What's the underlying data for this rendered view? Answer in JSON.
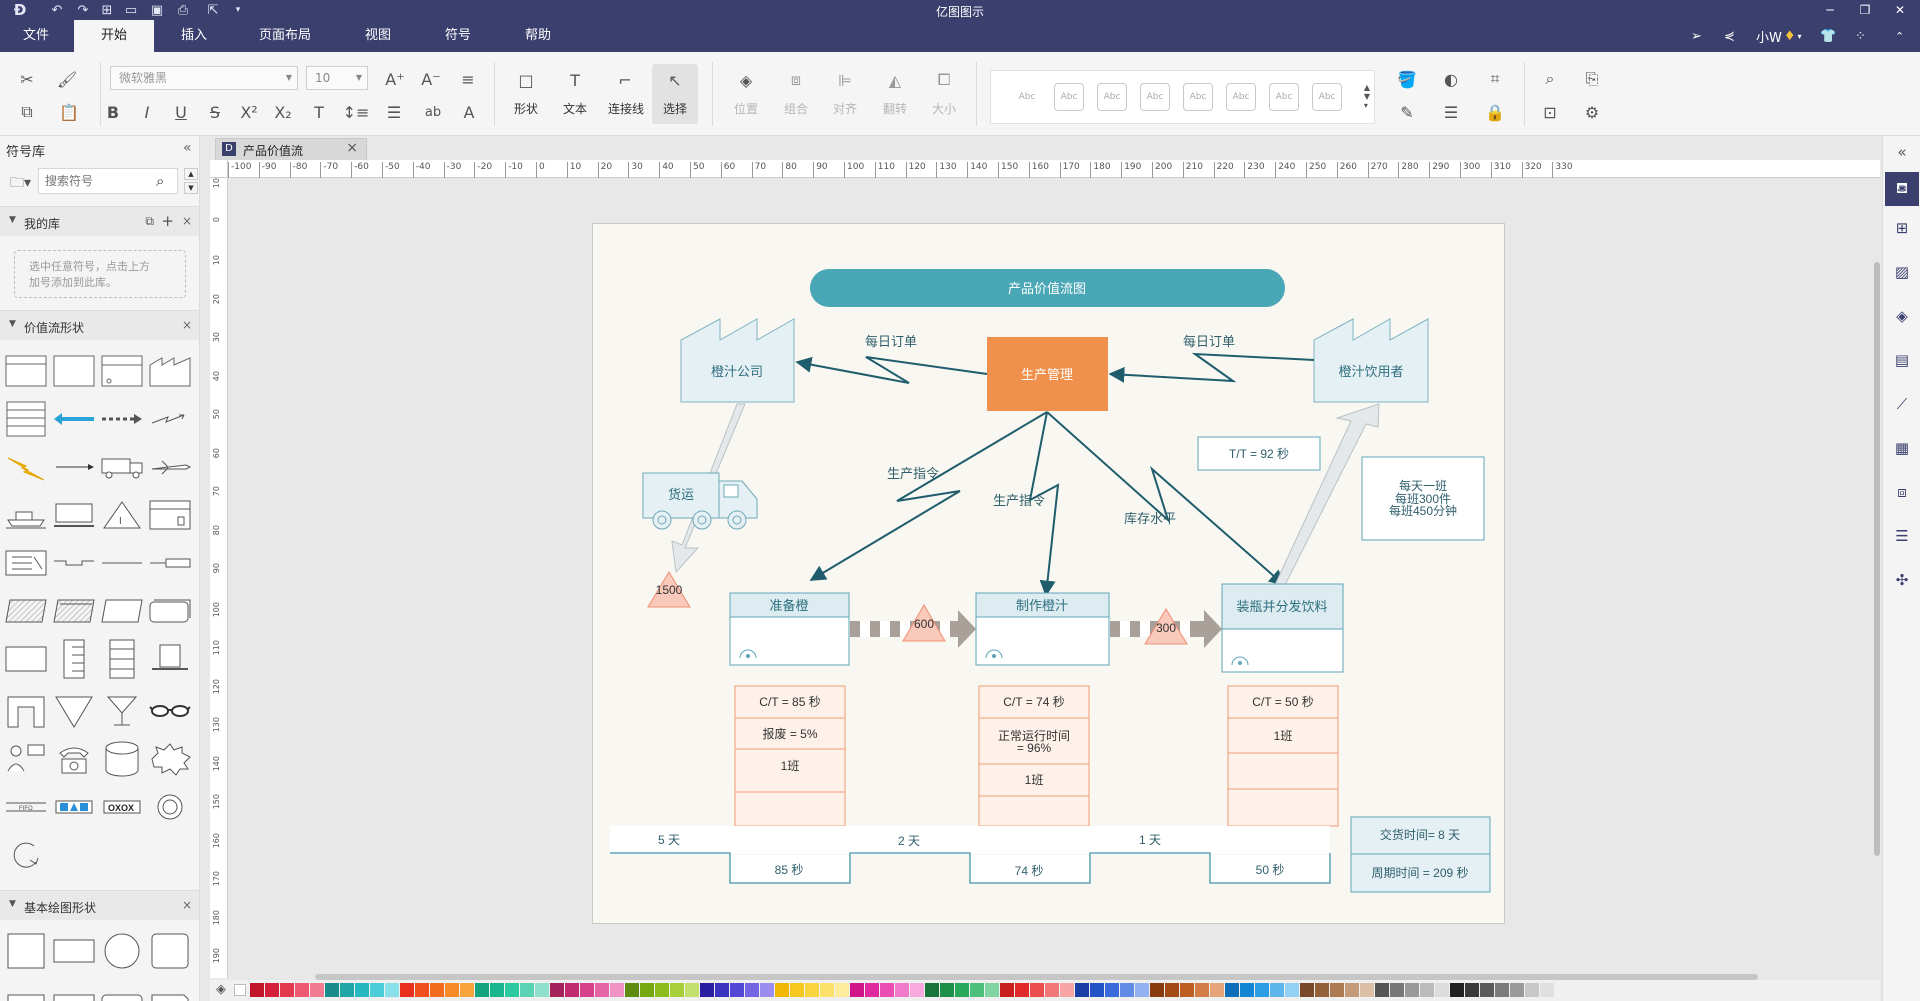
{
  "window": {
    "title": "亿图图示",
    "min": "─",
    "restore": "❐",
    "close": "✕"
  },
  "menu": {
    "tabs": [
      {
        "id": "file",
        "label": "文件"
      },
      {
        "id": "home",
        "label": "开始"
      },
      {
        "id": "insert",
        "label": "插入"
      },
      {
        "id": "layout",
        "label": "页面布局"
      },
      {
        "id": "view",
        "label": "视图"
      },
      {
        "id": "symbol",
        "label": "符号"
      },
      {
        "id": "help",
        "label": "帮助"
      }
    ],
    "user": "小W"
  },
  "ribbon": {
    "font_name": "微软雅黑",
    "font_size": "10",
    "tools": {
      "shape": "形状",
      "text": "文本",
      "connector": "连接线",
      "select": "选择"
    },
    "arrange": {
      "position": "位置",
      "group": "组合",
      "align": "对齐",
      "flip": "翻转",
      "size": "大小"
    },
    "style_sample": "Abc"
  },
  "library": {
    "title": "符号库",
    "search_placeholder": "搜索符号",
    "my_library": "我的库",
    "my_library_hint_1": "选中任意符号，点击上方",
    "my_library_hint_2": "加号添加到此库。",
    "vsm_section": "价值流形状",
    "basic_section": "基本绘图形状"
  },
  "document": {
    "tab_label": "产品价值流",
    "tab_close": "×"
  },
  "ruler": {
    "h_ticks": [
      "-100",
      "-90",
      "-80",
      "-70",
      "-60",
      "-50",
      "-40",
      "-30",
      "-20",
      "-10",
      "0",
      "10",
      "20",
      "30",
      "40",
      "50",
      "60",
      "70",
      "80",
      "90",
      "100",
      "110",
      "120",
      "130",
      "140",
      "150",
      "160",
      "170",
      "180",
      "190",
      "200",
      "210",
      "220",
      "230",
      "240",
      "250",
      "260",
      "270",
      "280",
      "290",
      "300",
      "310",
      "320",
      "330"
    ],
    "v_ticks": [
      "10",
      "0",
      "10",
      "20",
      "30",
      "40",
      "50",
      "60",
      "70",
      "80",
      "90",
      "100",
      "110",
      "120",
      "130",
      "140",
      "150",
      "160",
      "170",
      "180",
      "190"
    ]
  },
  "diagram": {
    "title": "产品价值流图",
    "supplier": "橙汁公司",
    "customer": "橙汁饮用者",
    "control": "生产管理",
    "daily_order_left": "每日订单",
    "daily_order_right": "每日订单",
    "shipping": "货运",
    "inventory_start": "1500",
    "production_order_1": "生产指令",
    "production_order_2": "生产指令",
    "inventory_level": "库存水平",
    "takt_time": "T/T = 92 秒",
    "shift_info_1": "每天一班",
    "shift_info_2": "每班300件",
    "shift_info_3": "每班450分钟",
    "processes": [
      {
        "name": "准备橙",
        "ct": "C/T = 85 秒",
        "row2": "报废 = 5%",
        "row3": "1班"
      },
      {
        "name": "制作橙汁",
        "ct": "C/T = 74 秒",
        "row2a": "正常运行时间",
        "row2b": "= 96%",
        "row3": "1班"
      },
      {
        "name": "装瓶并分发饮料",
        "ct": "C/T = 50 秒",
        "row2": "1班"
      }
    ],
    "inventory_1": "600",
    "inventory_2": "300",
    "timeline_days": [
      "5 天",
      "2 天",
      "1 天"
    ],
    "timeline_secs": [
      "85 秒",
      "74 秒",
      "50 秒"
    ],
    "lead_time": "交货时间= 8 天",
    "cycle_time": "周期时间 = 209 秒"
  },
  "colors": {
    "title_bar": "#3b3f6e",
    "diagram_teal": "#4aa7b6",
    "control_orange": "#f0904d",
    "arrow_teal": "#1f5d6c",
    "factory_fill": "#e5f0f4",
    "process_header": "#dcecf1",
    "data_box_fill": "#fdf1ea",
    "data_box_border": "#ef9a74",
    "inventory_fill": "#f9c9bb"
  },
  "palette": [
    "#c0152b",
    "#d4213b",
    "#e3394f",
    "#ed5971",
    "#f27c91",
    "#1b8c8c",
    "#1fa6a6",
    "#26b8c1",
    "#4ccdd9",
    "#8ae0e8",
    "#e8301c",
    "#ef4f1f",
    "#f36b1e",
    "#f68b27",
    "#f8a43d",
    "#14a37f",
    "#18b58f",
    "#2dc7a0",
    "#5ad3b5",
    "#8fe0cc",
    "#a3225b",
    "#c02a6e",
    "#d6408a",
    "#e565a6",
    "#f093c4",
    "#5e8c10",
    "#76a812",
    "#8dbd1c",
    "#a6cf3a",
    "#c3e06c",
    "#2a1fa0",
    "#3a33c0",
    "#5248d6",
    "#7466e3",
    "#9a8dee",
    "#f2b705",
    "#f7c81f",
    "#fad440",
    "#fbe06b",
    "#fdec9c",
    "#d1148a",
    "#e02a9f",
    "#ea4eb4",
    "#f27ccb",
    "#f8aadf",
    "#17753b",
    "#1d8f49",
    "#27a85a",
    "#4cbf7b",
    "#80d4a1",
    "#c81e1e",
    "#e02a2a",
    "#ea4d4d",
    "#f27878",
    "#f8a5a5",
    "#1a3fa6",
    "#2352c4",
    "#3a6ad9",
    "#628be6",
    "#93b1f0",
    "#8a3a0f",
    "#a34a16",
    "#bd5e22",
    "#d27d45",
    "#e6a47a",
    "#0f6fb8",
    "#1384d1",
    "#2c9ce3",
    "#5cb6ec",
    "#94d0f4",
    "#7a4a2a",
    "#94603a",
    "#ad7a52",
    "#c49a78",
    "#dbbfa6",
    "#555555",
    "#777777",
    "#999999",
    "#bbbbbb",
    "#dddddd",
    "#222222",
    "#3a3a3a",
    "#5a5a5a",
    "#7a7a7a",
    "#9a9a9a",
    "#c8c8c8",
    "#e0e0e0",
    "#f0f0f0"
  ]
}
